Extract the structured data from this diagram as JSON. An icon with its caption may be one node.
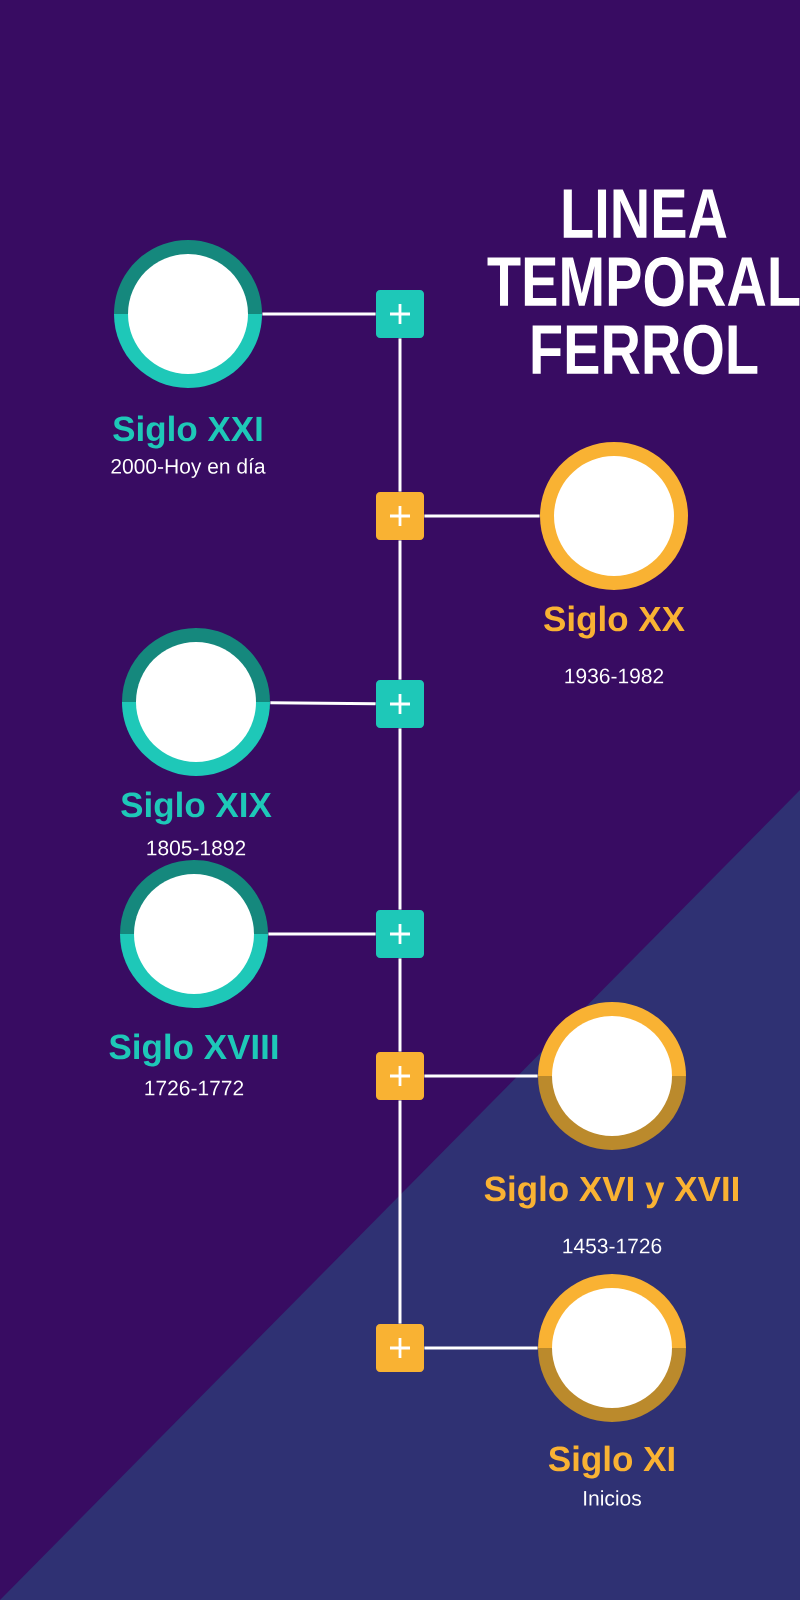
{
  "diagram": {
    "title": "LINEA TEMPORAL FERROL",
    "nodes": [
      {
        "text": [
          "Siglo XXI",
          "2000-Hoy en día"
        ]
      },
      {
        "text": [],
        "shape": "box"
      },
      {
        "text": [],
        "shape": "box"
      },
      {
        "text": [
          "Siglo XX",
          "1936-1982"
        ]
      },
      {
        "text": [
          "Siglo XIX",
          "1805-1892"
        ]
      },
      {
        "text": [],
        "shape": "box"
      },
      {
        "text": [
          "Siglo XVIII",
          "1726-1772"
        ]
      },
      {
        "text": [],
        "shape": "box"
      },
      {
        "text": [],
        "shape": "box"
      },
      {
        "text": [
          "Siglo XVI y XVII",
          "1453-1726"
        ]
      },
      {
        "text": [],
        "shape": "box"
      },
      {
        "text": [
          "Siglo XI",
          "Inicios"
        ]
      }
    ],
    "edges": [
      {
        "from": 0,
        "to": 1,
        "arrow": "none"
      },
      {
        "from": 1,
        "to": 2,
        "arrow": "none"
      },
      {
        "from": 2,
        "to": 3,
        "arrow": "none"
      },
      {
        "from": 2,
        "to": 5,
        "arrow": "none"
      },
      {
        "from": 4,
        "to": 5,
        "arrow": "none"
      },
      {
        "from": 5,
        "to": 7,
        "arrow": "none"
      },
      {
        "from": 6,
        "to": 7,
        "arrow": "none"
      },
      {
        "from": 7,
        "to": 8,
        "arrow": "none"
      },
      {
        "from": 8,
        "to": 9,
        "arrow": "none"
      },
      {
        "from": 8,
        "to": 10,
        "arrow": "none"
      },
      {
        "from": 10,
        "to": 11,
        "arrow": "none"
      }
    ]
  }
}
